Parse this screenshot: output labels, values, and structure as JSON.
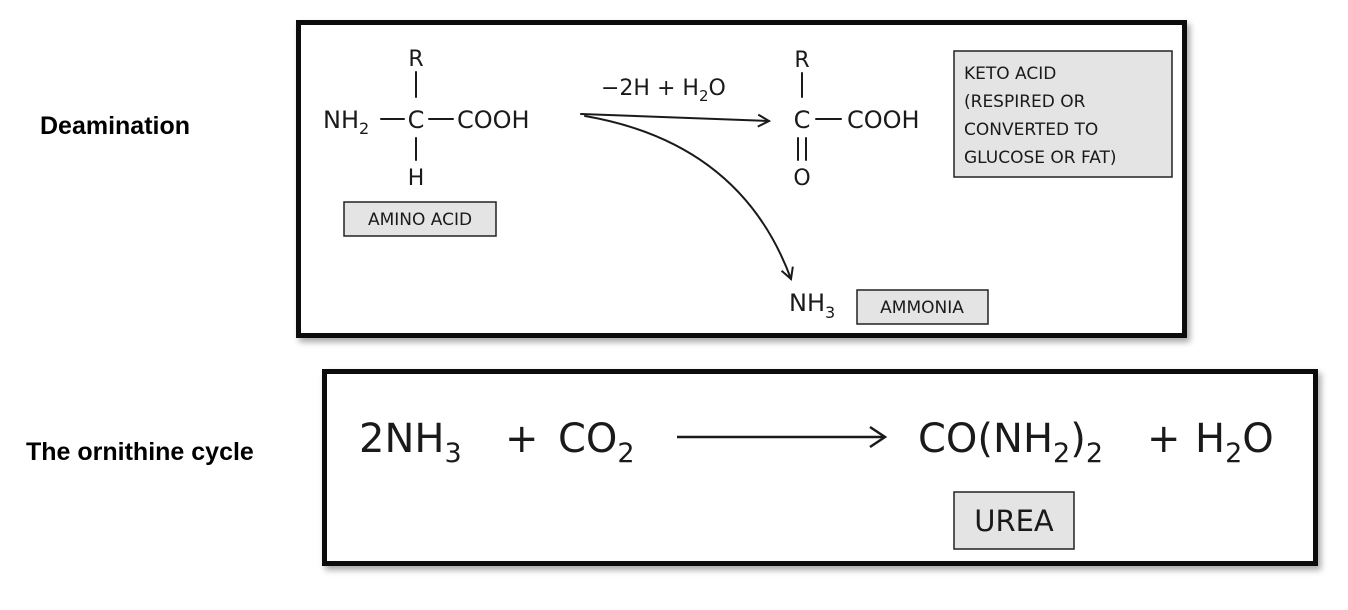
{
  "labels": {
    "deamination": "Deamination",
    "ornithine": "The ornithine cycle"
  },
  "deamination": {
    "amino_acid": {
      "r": "R",
      "nh": "NH",
      "nh_sub": "2",
      "c": "C",
      "cooh": "COOH",
      "h": "H",
      "label": "AMINO ACID"
    },
    "condition": {
      "part1": "−2H + H",
      "sub": "2",
      "part2": "O"
    },
    "keto_acid": {
      "r": "R",
      "c": "C",
      "cooh": "COOH",
      "o": "O",
      "label_lines": [
        "KETO ACID",
        "(RESPIRED OR",
        "CONVERTED TO",
        "GLUCOSE OR FAT)"
      ]
    },
    "ammonia": {
      "nh": "NH",
      "sub": "3",
      "label": "AMMONIA"
    }
  },
  "ornithine": {
    "reactant1": {
      "coef": "2NH",
      "sub": "3"
    },
    "plus1": "+",
    "reactant2": {
      "text": "CO",
      "sub": "2"
    },
    "product1": {
      "text1": "CO(NH",
      "sub1": "2",
      "text2": ")",
      "sub2": "2"
    },
    "plus2": "+",
    "product2": {
      "text1": "H",
      "sub": "2",
      "text2": "O"
    },
    "urea_label": "UREA"
  }
}
